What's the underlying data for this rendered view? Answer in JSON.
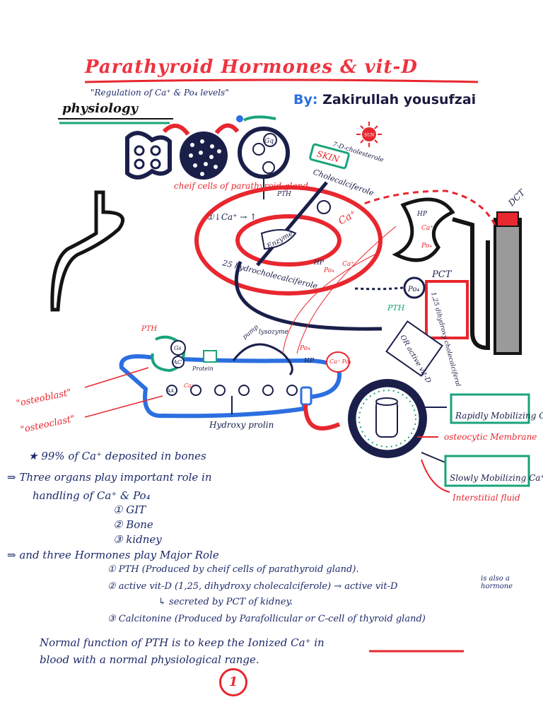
{
  "header": {
    "title": "Parathyroid Hormones & vit-D",
    "subtitle": "\"Regulation of Ca⁺ & Po₄ levels\"",
    "author_prefix": "By:",
    "author_name": "Zakirullah yousufzai",
    "section": "physiology"
  },
  "diagram": {
    "labels": {
      "chief_cells": "cheif cells of parathyroid gland",
      "gq": "Gq",
      "pth_top": "PTH",
      "feedback": "①↓Ca⁺ → ↑",
      "seven_dehydro": "7-D-cholesterole",
      "skin": "SKIN",
      "sun": "SUN",
      "cholecalciferole": "Cholecalciferole",
      "enzyme": "Enzyme",
      "twentyfive": "25 hydrocholecalciferole",
      "liver_ca": "Ca⁺",
      "hp_1": "HP",
      "ca_1": "Ca⁺",
      "po4_1": "Po₄",
      "dct": "DCT",
      "pct": "PCT",
      "po4_pct": "Po₄",
      "pth_kidney": "PTH",
      "dihydroxy": "1,25 dihydroxy cholecalciferol",
      "or_active": "OR active vit-D",
      "hp_2": "HP",
      "ca_2": "Ca⁺",
      "po4_2": "Po₄",
      "pth_bone": "PTH",
      "gs": "Gs",
      "ac": "AC",
      "protein": "Protein",
      "pump": "pump",
      "lysozyme": "lysozyme",
      "hp_3": "HP",
      "po4_3": "Po₄",
      "ca_po4": "Ca⁺ Po₄",
      "osteoblast": "\"osteoblast\"",
      "osteoclast": "\"osteoclast\"",
      "hydroxy_prolin": "Hydroxy prolin",
      "aa": "AA",
      "ca_bone": "Ca⁺",
      "rapidly": "Rapidly Mobilizing Ca⁺",
      "osteocytic": "osteocytic Membrane",
      "slowly": "Slowly Mobilizing Ca⁺",
      "interstitial": "Interstitial fluid"
    }
  },
  "notes": {
    "line1": "★ 99% of Ca⁺ deposited in bones",
    "line2": "⇒ Three organs play important role in",
    "line3": "handling of Ca⁺ & Po₄",
    "organ1": "① GIT",
    "organ2": "② Bone",
    "organ3": "③ kidney",
    "line4": "⇒ and three Hormones play Major Role",
    "hormone1": "① PTH (Produced by cheif cells of parathyroid gland).",
    "hormone2": "② active vit-D (1,25, dihydroxy cholecalciferole) → active vit-D",
    "hormone2_note": "is also a hormone",
    "hormone2b": "↳ secreted by PCT of kidney.",
    "hormone3": "③ Calcitonine (Produced by Parafollicular or C-cell of thyroid gland)",
    "final1": "Normal function of PTH is to keep the Ionized Ca⁺ in",
    "final2": "blood with a normal physiological range.",
    "page_number": "1"
  },
  "colors": {
    "red": "#e8272f",
    "navy": "#1a1f4a",
    "blue": "#2c6fe0",
    "green": "#1aa37a",
    "grey": "#9a9a9a"
  }
}
